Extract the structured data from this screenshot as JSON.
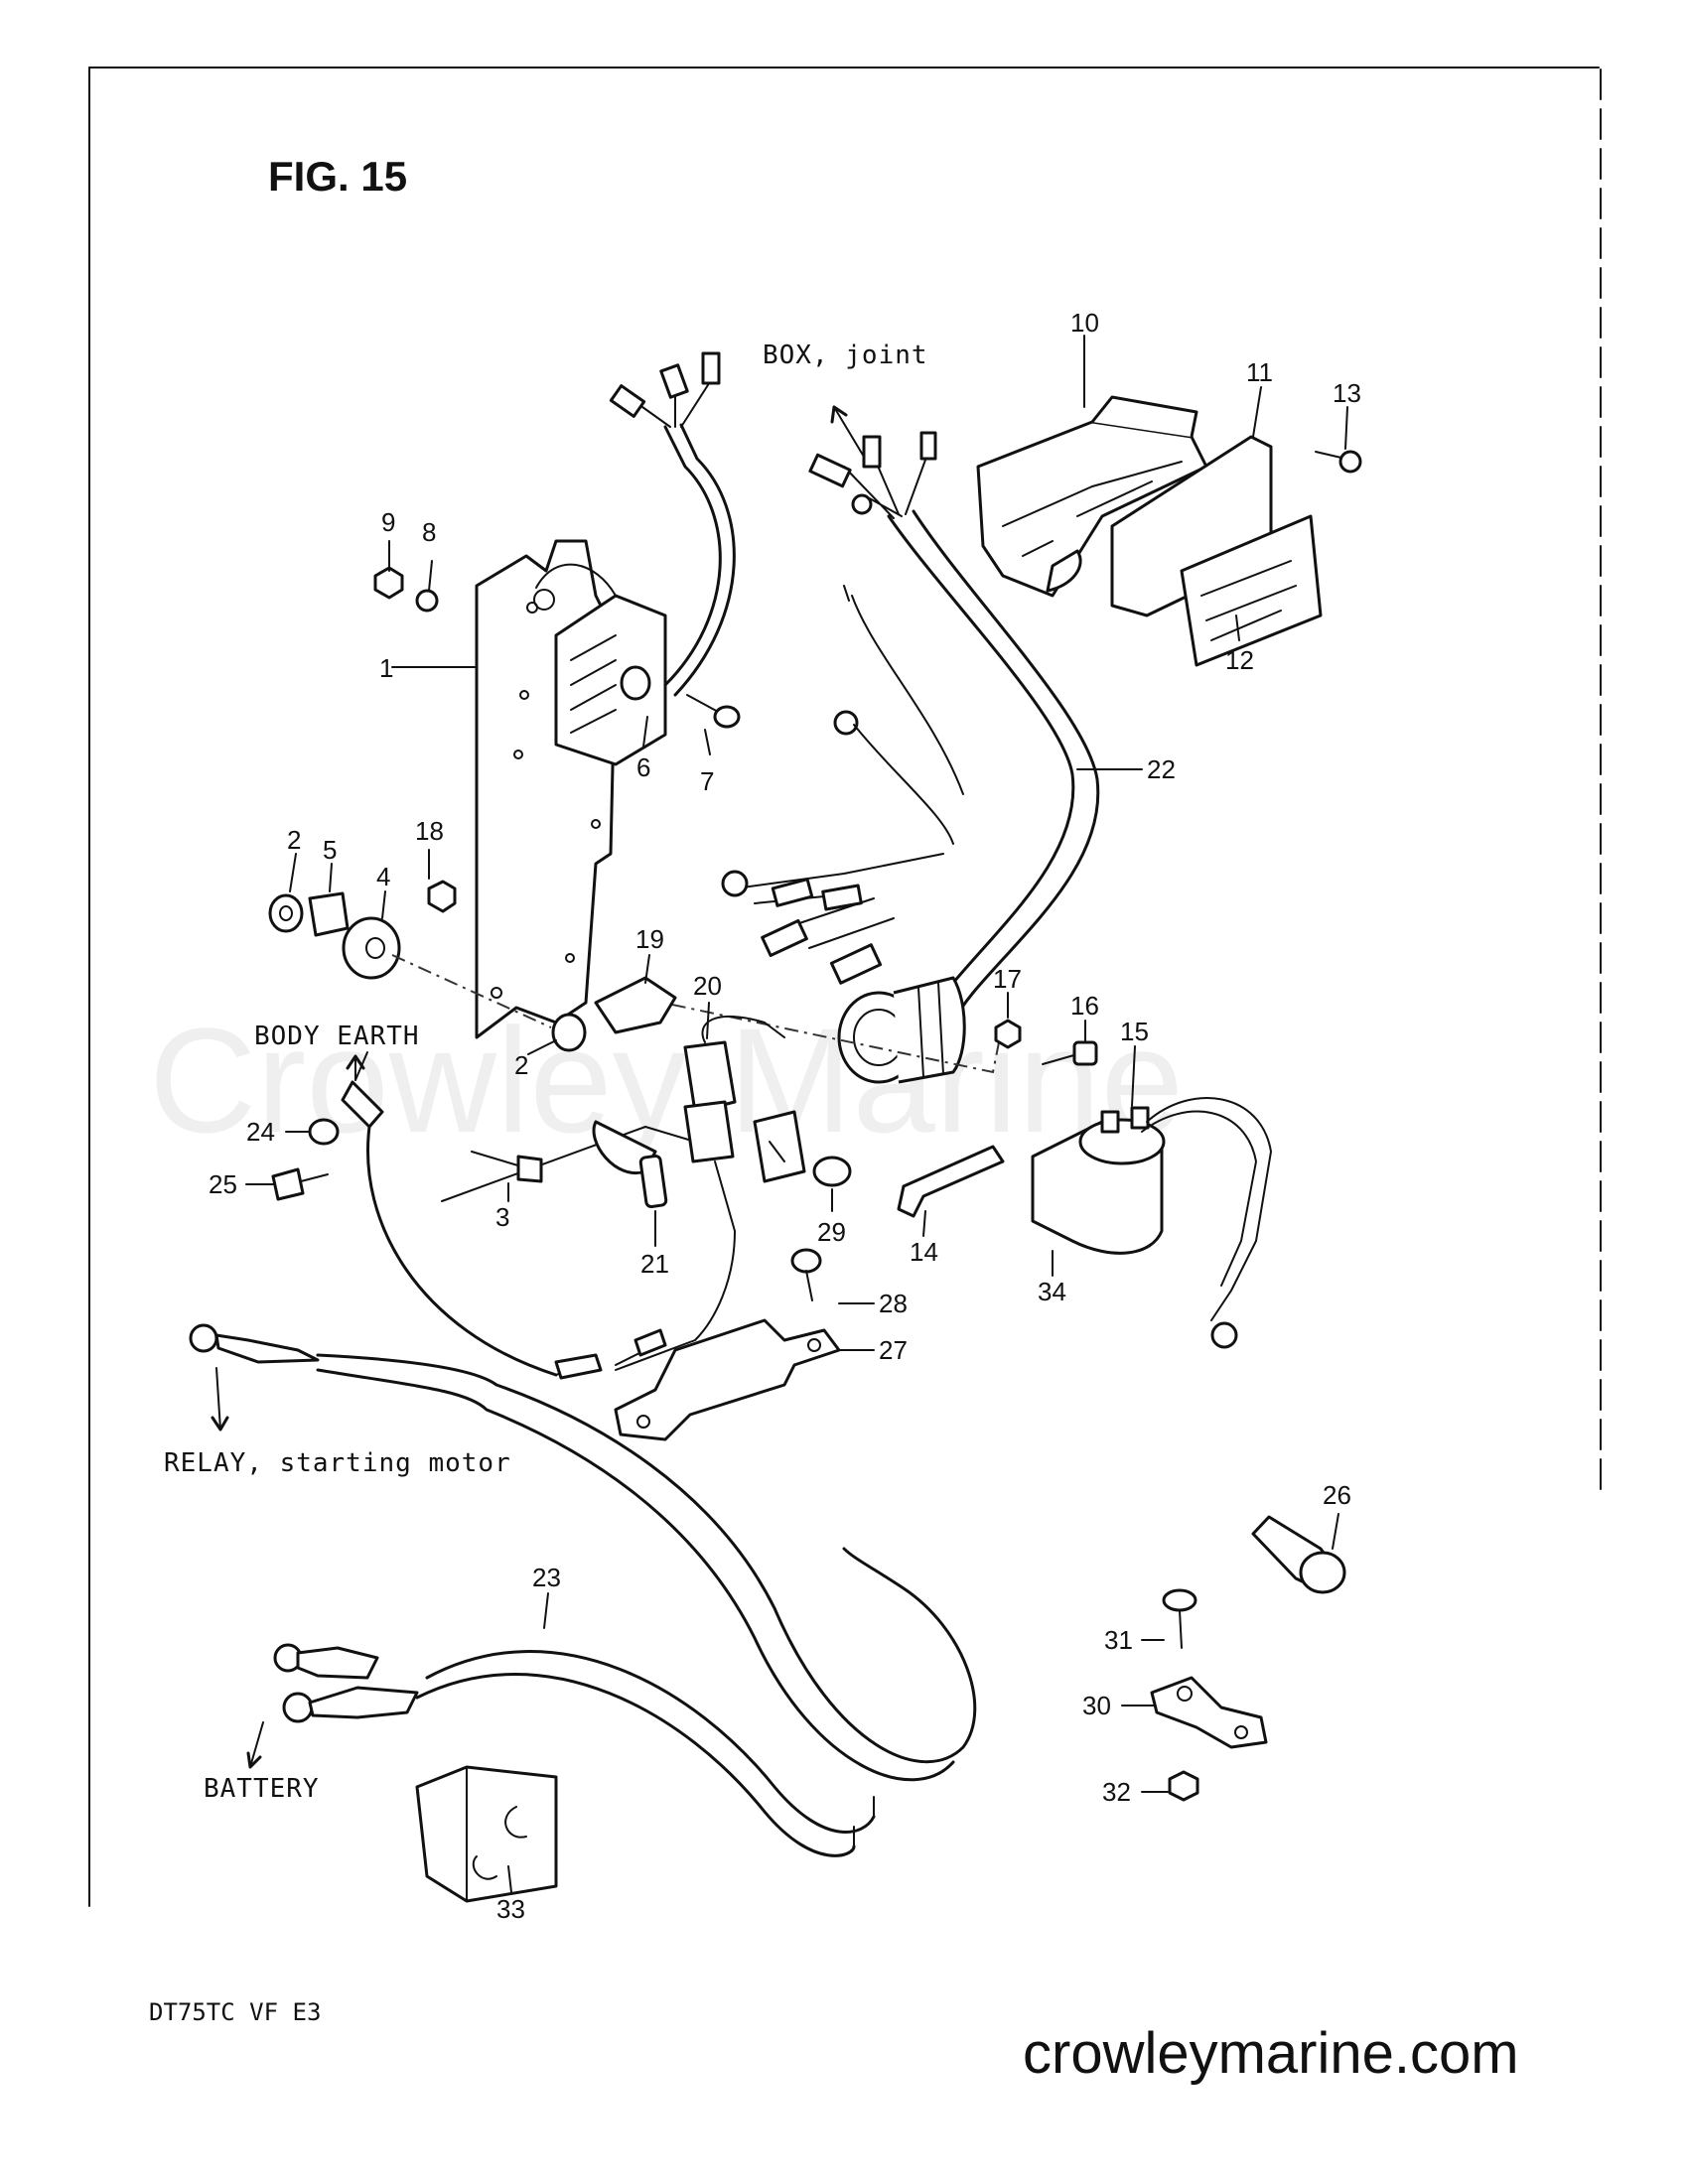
{
  "figure": {
    "title": "FIG. 15",
    "model_code": "DT75TC VF E3"
  },
  "watermark": "Crowley Marine",
  "labels": {
    "box_joint": "BOX, joint",
    "body_earth": "BODY EARTH",
    "relay_starting_motor": "RELAY, starting motor",
    "battery": "BATTERY"
  },
  "callouts": {
    "c1": "1",
    "c2": "2",
    "c3": "3",
    "c4": "4",
    "c5": "5",
    "c6": "6",
    "c7": "7",
    "c8": "8",
    "c9": "9",
    "c10": "10",
    "c11": "11",
    "c12": "12",
    "c13": "13",
    "c14": "14",
    "c15": "15",
    "c16": "16",
    "c17": "17",
    "c18": "18",
    "c19": "19",
    "c20": "20",
    "c21": "21",
    "c22": "22",
    "c23": "23",
    "c24": "24",
    "c25": "25",
    "c26": "26",
    "c27": "27",
    "c28": "28",
    "c29": "29",
    "c30": "30",
    "c31": "31",
    "c32": "32",
    "c33": "33",
    "c34": "34"
  },
  "footer": {
    "site": "crowleymarine.com"
  }
}
